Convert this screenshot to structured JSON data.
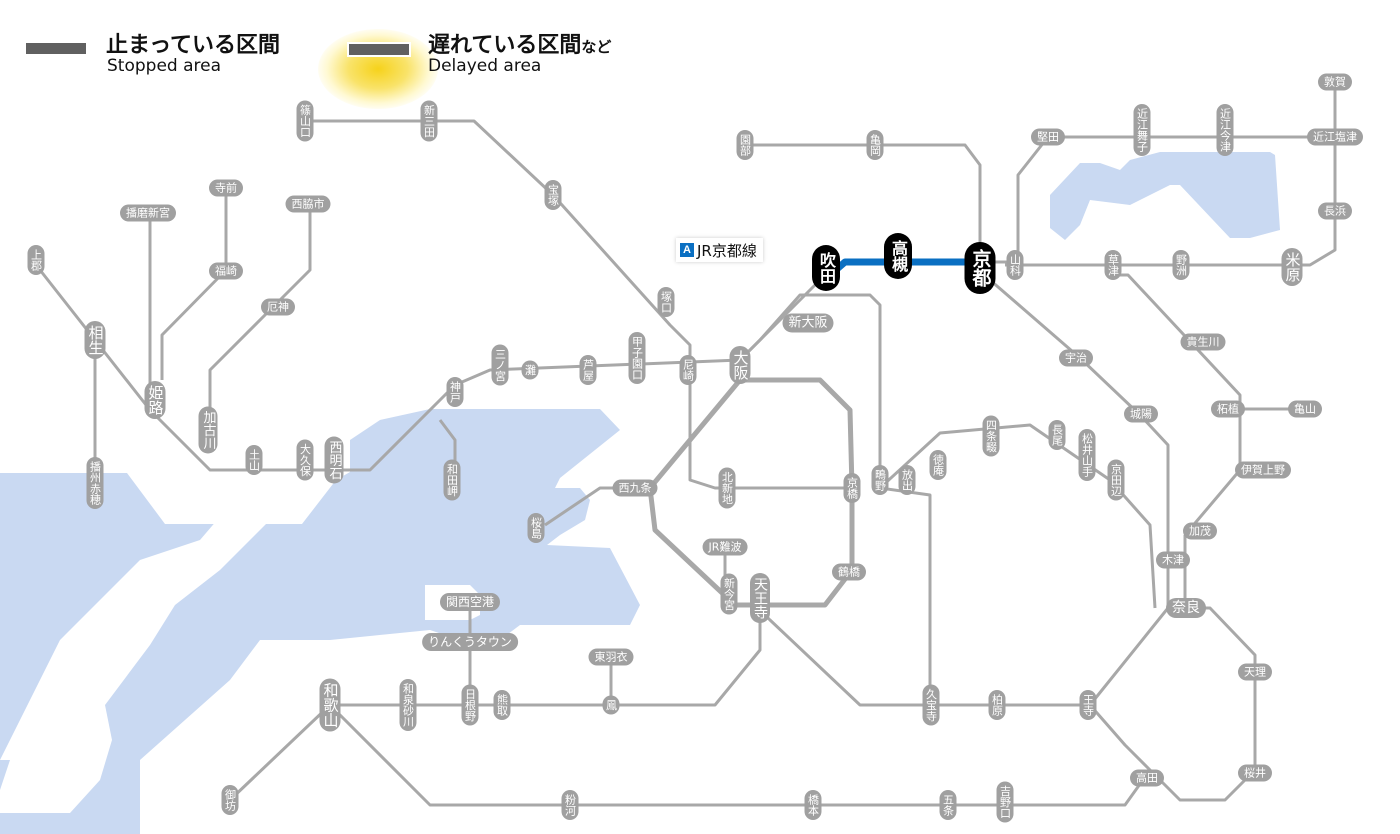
{
  "legend": {
    "stopped": {
      "jp": "止まっている区間",
      "en": "Stopped area",
      "color": "#606060"
    },
    "delayed": {
      "jp": "遅れている区間",
      "jp_suffix": "など",
      "en": "Delayed area",
      "color": "#606060",
      "glow": "#f6d21b"
    }
  },
  "line": {
    "badge": "A",
    "name": "JR京都線",
    "color": "#0a6fc2",
    "badge_color": "#0a6fc2"
  },
  "colors": {
    "water": "#c9d9f2",
    "track": "#a8a8a8",
    "station": "#a0a0a0",
    "highlight_station": "#000000"
  },
  "stations": {
    "sasayamaguchi": "篠山口",
    "shinsanda": "新三田",
    "takarazuka": "宝塚",
    "tsukaguchi": "塚口",
    "kameoka": "亀岡",
    "sonobe": "園部",
    "suita": "吹田",
    "takatsuki": "高槻",
    "kyoto": "京都",
    "yamashina": "山科",
    "katata": "堅田",
    "omimaiko": "近江舞子",
    "omiimazu": "近江今津",
    "omishiotsu": "近江塩津",
    "tsuruga": "敦賀",
    "nagahama": "長浜",
    "maibara": "米原",
    "kusatsu": "草津",
    "yasu": "野洲",
    "kibukawa": "貴生川",
    "tsuge": "柘植",
    "kameyama": "亀山",
    "igaueno": "伊賀上野",
    "kamo": "加茂",
    "kizu": "木津",
    "nara": "奈良",
    "tenri": "天理",
    "sakurai": "桜井",
    "takada": "高田",
    "oji": "王寺",
    "kashiwara": "柏原",
    "kyuhoji": "久宝寺",
    "gojo": "五条",
    "yoshinoguchi": "吉野口",
    "hashimoto": "橋本",
    "kokawa": "粉河",
    "wakayama": "和歌山",
    "gobo": "御坊",
    "izumisunagawa": "和泉砂川",
    "hineno": "日根野",
    "kumatori": "熊取",
    "otori": "鳳",
    "higashihagoromo": "東羽衣",
    "rinkutown": "りんくうタウン",
    "kansaiairport": "関西空港",
    "tennoji": "天王寺",
    "shinimamiya": "新今宮",
    "jrnamba": "JR難波",
    "tsuruhashi": "鶴橋",
    "kyobashi": "京橋",
    "shigino": "鴫野",
    "hanaten": "放出",
    "tokuan": "徳庵",
    "shijonawate": "四条畷",
    "nagao": "長尾",
    "matsuiyamate": "松井山手",
    "kyotanabe": "京田辺",
    "uji": "宇治",
    "joyo": "城陽",
    "osaka": "大阪",
    "shinosaka": "新大阪",
    "amagasaki": "尼崎",
    "koshienguchi": "甲子園口",
    "ashiya": "芦屋",
    "nada": "灘",
    "sannomiya": "三ノ宮",
    "kobe": "神戸",
    "wadamisaki": "和田岬",
    "nishiakashi": "西明石",
    "okubo": "大久保",
    "tsuchiyama": "土山",
    "kakogawa": "加古川",
    "yakujin": "厄神",
    "nishiwakishi": "西脇市",
    "fukusaki": "福崎",
    "teramae": "寺前",
    "harimashingu": "播磨新宮",
    "himeji": "姫路",
    "aioi": "相生",
    "kamigori": "上郡",
    "banshuako": "播州赤穂",
    "kitashinchi": "北新地",
    "nishikujo": "西九条",
    "sakurajima": "桜島"
  }
}
